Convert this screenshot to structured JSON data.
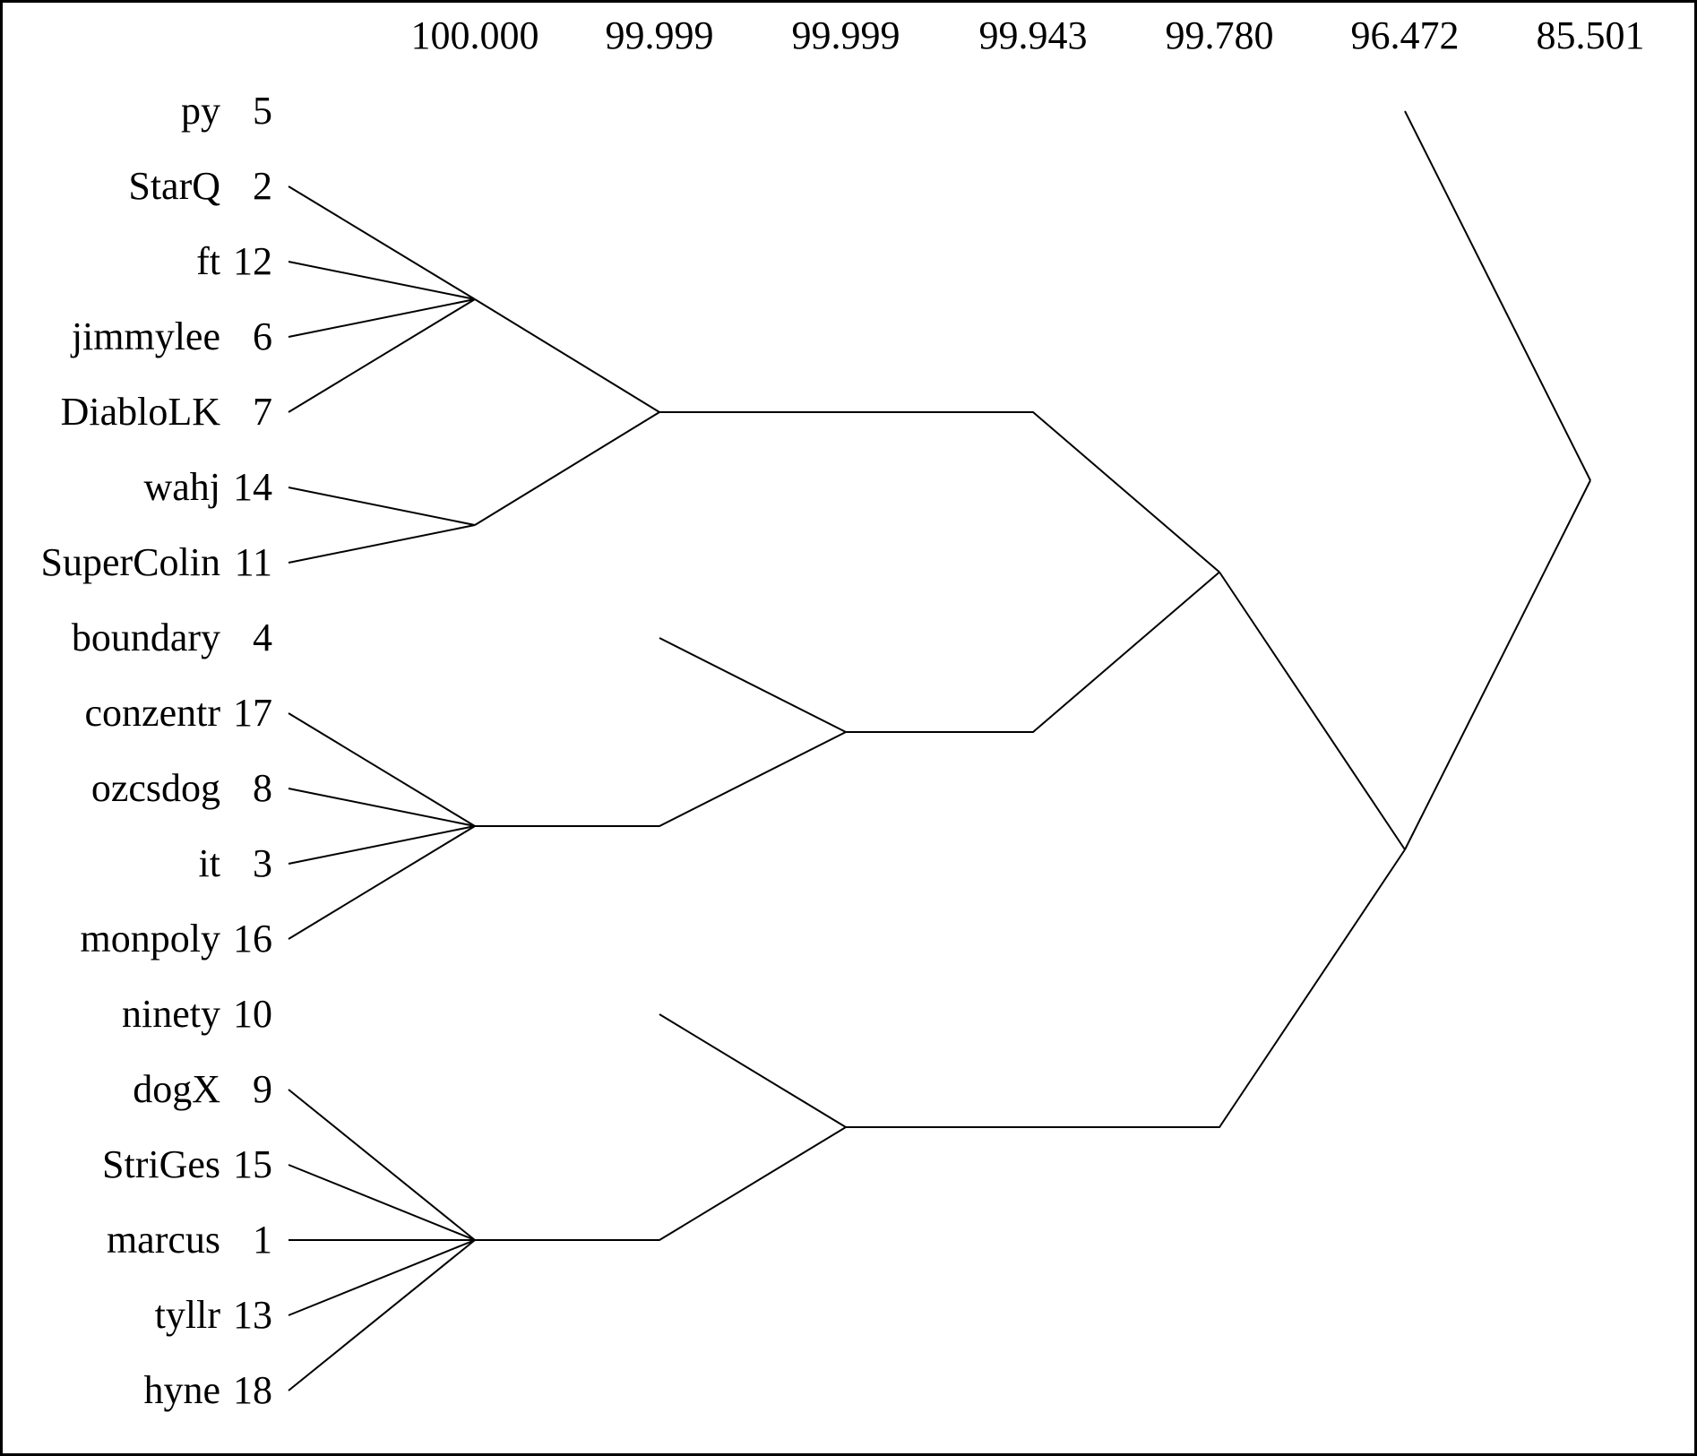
{
  "levels": [
    "100.000",
    "99.999",
    "99.999",
    "99.943",
    "99.780",
    "96.472",
    "85.501"
  ],
  "leaves": [
    {
      "name": "py",
      "id": "5"
    },
    {
      "name": "StarQ",
      "id": "2"
    },
    {
      "name": "ft",
      "id": "12"
    },
    {
      "name": "jimmylee",
      "id": "6"
    },
    {
      "name": "DiabloLK",
      "id": "7"
    },
    {
      "name": "wahj",
      "id": "14"
    },
    {
      "name": "SuperColin",
      "id": "11"
    },
    {
      "name": "boundary",
      "id": "4"
    },
    {
      "name": "conzentr",
      "id": "17"
    },
    {
      "name": "ozcsdog",
      "id": "8"
    },
    {
      "name": "it",
      "id": "3"
    },
    {
      "name": "monpoly",
      "id": "16"
    },
    {
      "name": "ninety",
      "id": "10"
    },
    {
      "name": "dogX",
      "id": "9"
    },
    {
      "name": "StriGes",
      "id": "15"
    },
    {
      "name": "marcus",
      "id": "1"
    },
    {
      "name": "tyllr",
      "id": "13"
    },
    {
      "name": "hyne",
      "id": "18"
    }
  ],
  "merges": [
    {
      "level": 0,
      "children": [
        "leaf:1",
        "leaf:2",
        "leaf:3",
        "leaf:4"
      ]
    },
    {
      "level": 0,
      "children": [
        "leaf:5",
        "leaf:6"
      ]
    },
    {
      "level": 0,
      "children": [
        "leaf:8",
        "leaf:9",
        "leaf:10",
        "leaf:11"
      ]
    },
    {
      "level": 0,
      "children": [
        "leaf:13",
        "leaf:14",
        "leaf:15",
        "leaf:16",
        "leaf:17"
      ]
    },
    {
      "level": 1,
      "children": [
        "node:0",
        "node:1"
      ]
    },
    {
      "level": 2,
      "children": [
        "leaf:12",
        "node:3"
      ]
    },
    {
      "level": 2,
      "children": [
        "leaf:7",
        "node:2"
      ]
    },
    {
      "level": 4,
      "children": [
        "node:4",
        "node:6"
      ]
    },
    {
      "level": 5,
      "children": [
        "node:7",
        "node:5"
      ]
    },
    {
      "level": 6,
      "children": [
        "leaf:0",
        "node:8"
      ]
    }
  ]
}
